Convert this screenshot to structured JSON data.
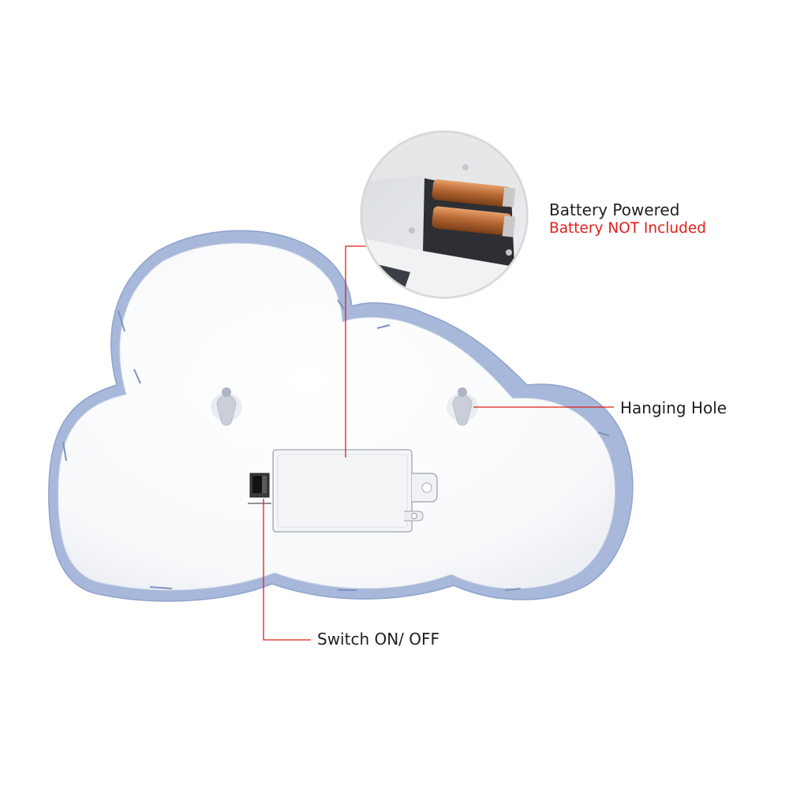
{
  "callouts": {
    "battery_title": "Battery Powered",
    "battery_note": "Battery NOT Included",
    "hanging_hole": "Hanging Hole",
    "switch": "Switch ON/ OFF"
  },
  "colors": {
    "cloud_face": "#ffffff",
    "cloud_rim": "#9fb2d8",
    "leader_line": "#e0201b",
    "label_text": "#1f1f1f",
    "note_text": "#e0201b",
    "battery_copper": "#b86a35"
  }
}
